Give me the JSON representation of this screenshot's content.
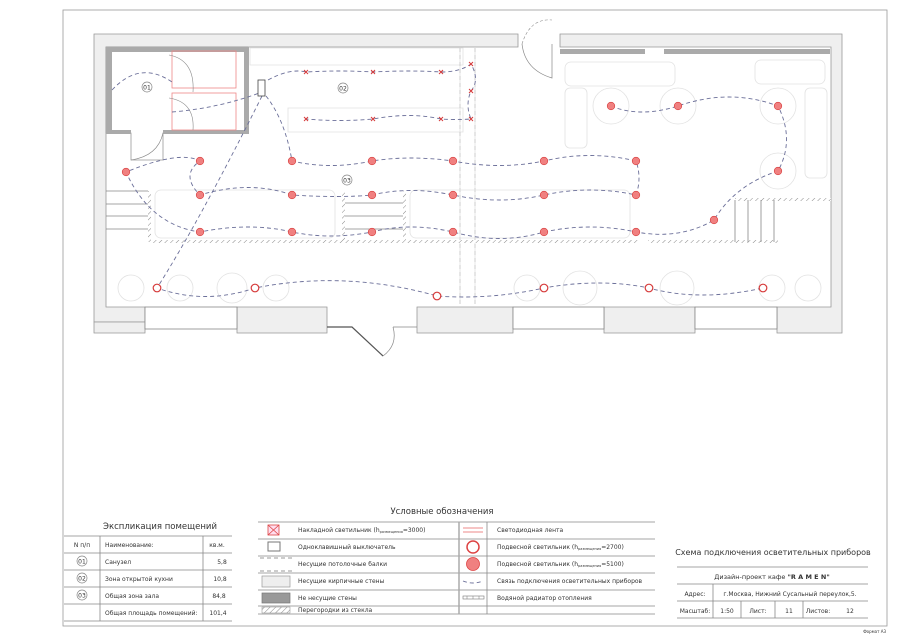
{
  "plan": {
    "rooms": [
      "01",
      "02",
      "03"
    ],
    "colors": {
      "light": "#f08080",
      "light_stroke": "#d63a3a",
      "wire": "#6b6f99",
      "wall": "#efefef",
      "partition": "#a0a0a0"
    }
  },
  "explication": {
    "title": "Экспликация помещений",
    "headers": [
      "N п/п",
      "Наименование:",
      "кв.м."
    ],
    "rows": [
      {
        "n": "01",
        "name": "Санузел",
        "area": "5,8"
      },
      {
        "n": "02",
        "name": "Зона открытой кухни",
        "area": "10,8"
      },
      {
        "n": "03",
        "name": "Общая зона зала",
        "area": "84,8"
      }
    ],
    "total_label": "Общая площадь помещений:",
    "total_area": "101,4"
  },
  "legend": {
    "title": "Условные обозначения",
    "left": [
      {
        "icon": "ceiling-light-icon",
        "label": "Накладной светильник (h",
        "sub": "размещения",
        "tail": "=3000)"
      },
      {
        "icon": "switch-icon",
        "label": "Одноклавишный выключатель"
      },
      {
        "icon": "ceiling-beam-icon",
        "label": "Несущие потолочные балки"
      },
      {
        "icon": "brick-wall-icon",
        "label": "Несущие кирпичные стены"
      },
      {
        "icon": "non-bearing-wall-icon",
        "label": "Не несущие стены"
      },
      {
        "icon": "glass-partition-icon",
        "label": "Перегородки из стекла"
      }
    ],
    "right": [
      {
        "icon": "led-strip-icon",
        "label": "Светодиодная лента"
      },
      {
        "icon": "pendant-light-2700-icon",
        "label": "Подвесной светильник (h",
        "sub": "размещения",
        "tail": "=2700)"
      },
      {
        "icon": "pendant-light-5100-icon",
        "label": "Подвесной светильник (h",
        "sub": "размещения",
        "tail": "=5100)"
      },
      {
        "icon": "wire-connection-icon",
        "label": "Связь подключения осветительных приборов"
      },
      {
        "icon": "radiator-icon",
        "label": "Водяной радиатор отопления"
      }
    ]
  },
  "title_block": {
    "title": "Схема подключения осветительных приборов",
    "project": "Дизайн-проект кафе ",
    "brand": "\"R A M E N\"",
    "address_label": "Адрес:",
    "address": "г.Москва, Нижний Сусальный переулок,5.",
    "scale_label": "Масштаб:",
    "scale": "1:50",
    "sheet_label": "Лист:",
    "sheet": "11",
    "sheets_label": "Листов:",
    "sheets": "12"
  },
  "format": "Формат А3"
}
